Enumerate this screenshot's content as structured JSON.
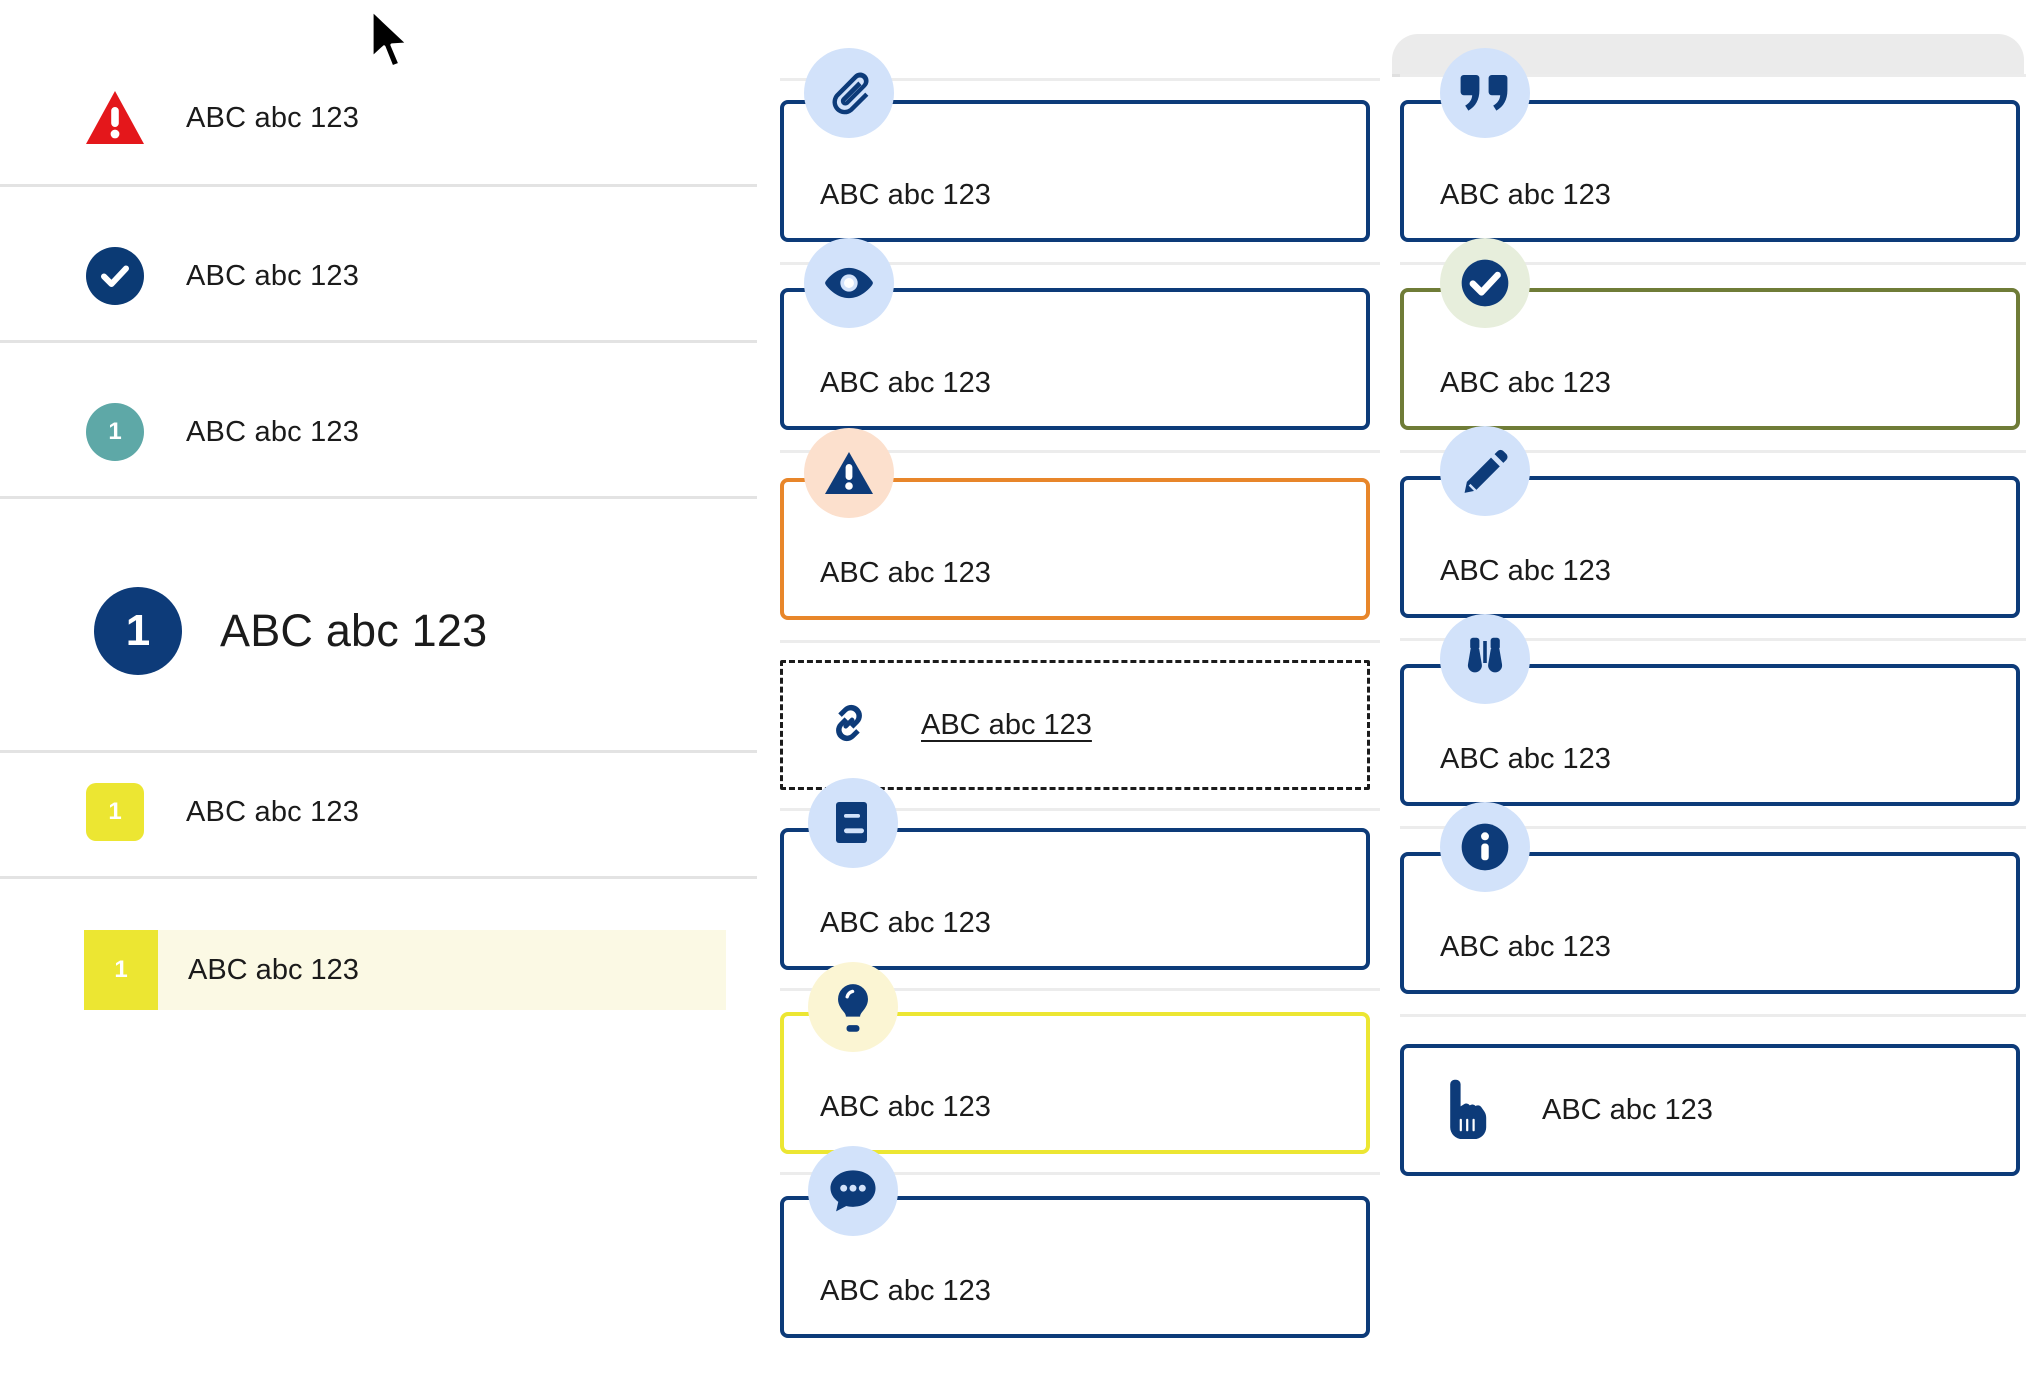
{
  "page": {
    "sample_text": "ABC abc 123",
    "colors": {
      "navy": "#0d3b79",
      "danger_red": "#e4171b",
      "teal": "#5ea8a7",
      "yellow": "#ece632",
      "orange": "#e8862a",
      "green": "#6f7c37",
      "icon_bg_blue": "#d2e2fa",
      "icon_bg_peach": "#fce0cd",
      "icon_bg_mint": "#e7eedc",
      "icon_bg_cream": "#fbf5d3",
      "highlight_row_bg": "#fbf9e4",
      "separator": "#e3e3e3"
    }
  },
  "left_panel": {
    "rows": [
      {
        "marker": "warning-triangle-icon",
        "badge_text": "",
        "label": "ABC abc 123"
      },
      {
        "marker": "check-circle-icon",
        "badge_text": "",
        "label": "ABC abc 123"
      },
      {
        "marker": "teal-number-badge",
        "badge_text": "1",
        "label": "ABC abc 123"
      },
      {
        "marker": "navy-number-badge-large",
        "badge_text": "1",
        "label": "ABC abc 123"
      },
      {
        "marker": "yellow-number-badge",
        "badge_text": "1",
        "label": "ABC abc 123"
      }
    ],
    "highlight_row": {
      "marker": "yellow-number-bar",
      "badge_text": "1",
      "label": "ABC abc 123"
    }
  },
  "middle_column": {
    "cards": [
      {
        "icon": "paperclip-icon",
        "icon_bg": "blue",
        "border": "navy",
        "style": "solid",
        "label": "ABC abc 123"
      },
      {
        "icon": "eye-icon",
        "icon_bg": "blue",
        "border": "navy",
        "style": "solid",
        "label": "ABC abc 123"
      },
      {
        "icon": "warning-triangle-icon",
        "icon_bg": "peach",
        "border": "orange",
        "style": "solid",
        "label": "ABC abc 123"
      },
      {
        "icon": "link-chain-icon",
        "icon_bg": "none",
        "border": "black",
        "style": "dashed",
        "label": "ABC abc 123"
      },
      {
        "icon": "book-icon",
        "icon_bg": "blue",
        "border": "navy",
        "style": "solid",
        "label": "ABC abc 123"
      },
      {
        "icon": "lightbulb-icon",
        "icon_bg": "cream",
        "border": "yellow",
        "style": "solid",
        "label": "ABC abc 123"
      },
      {
        "icon": "speech-bubble-icon",
        "icon_bg": "blue",
        "border": "navy",
        "style": "solid",
        "label": "ABC abc 123"
      }
    ]
  },
  "right_column": {
    "cards": [
      {
        "icon": "quote-marks-icon",
        "icon_bg": "blue",
        "border": "navy",
        "style": "solid",
        "label": "ABC abc 123"
      },
      {
        "icon": "check-circle-icon",
        "icon_bg": "mint",
        "border": "green",
        "style": "solid",
        "label": "ABC abc 123"
      },
      {
        "icon": "pencil-icon",
        "icon_bg": "blue",
        "border": "navy",
        "style": "solid",
        "label": "ABC abc 123"
      },
      {
        "icon": "binoculars-icon",
        "icon_bg": "blue",
        "border": "navy",
        "style": "solid",
        "label": "ABC abc 123"
      },
      {
        "icon": "info-circle-icon",
        "icon_bg": "blue",
        "border": "navy",
        "style": "solid",
        "label": "ABC abc 123"
      },
      {
        "icon": "pointing-hand-icon",
        "icon_bg": "none",
        "border": "navy",
        "style": "plain",
        "label": "ABC abc 123"
      }
    ]
  },
  "cursor": {
    "type": "arrow-pointer"
  }
}
